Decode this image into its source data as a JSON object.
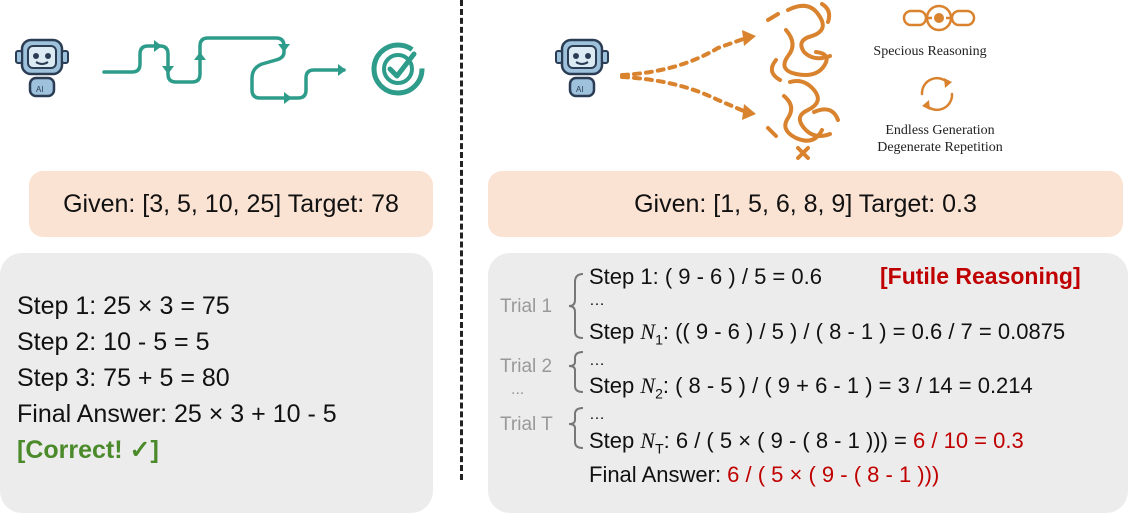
{
  "left": {
    "given": "Given: [3, 5, 10, 25] Target: 78",
    "steps": [
      "Step 1: 25 × 3 = 75",
      "Step 2: 10 - 5 = 5",
      "Step 3: 75 + 5 = 80",
      "Final Answer: 25 × 3 + 10 - 5"
    ],
    "correct": "[Correct! ✓]"
  },
  "right": {
    "captions": {
      "specious": "Specious Reasoning",
      "endless": "Endless Generation",
      "degenerate": "Degenerate Repetition"
    },
    "given": "Given:  [1, 5, 6, 8, 9] Target: 0.3",
    "trials": {
      "t1": "Trial 1",
      "t2": "Trial 2",
      "dots": "...",
      "tT": "Trial T"
    },
    "futile_label": "[Futile Reasoning]",
    "ellipsis": "…",
    "step1": "Step 1: ( 9 - 6 ) / 5 = 0.6",
    "stepN1": {
      "prefix": "Step ",
      "var": "N",
      "sub": "1",
      "text": ": (( 9 - 6 ) / 5 ) / ( 8 - 1 ) = 0.6 / 7 = 0.0875"
    },
    "stepN2": {
      "prefix": "Step ",
      "var": "N",
      "sub": "2",
      "text": ": ( 8 - 5 ) / ( 9 + 6 - 1 ) = 3 / 14 = 0.214"
    },
    "stepNT": {
      "prefix": "Step ",
      "var": "N",
      "sub": "T",
      "text": ": 6 / ( 5 × ( 9 - ( 8 - 1 ))) = ",
      "red": "6 / 10 = 0.3"
    },
    "final": {
      "label": "Final Answer:  ",
      "red": "6 / ( 5 × ( 9 - ( 8 - 1 )))"
    }
  },
  "colors": {
    "teal": "#2e9c8a",
    "orange": "#d9832f",
    "red": "#c00000",
    "green": "#4a8a2a",
    "peach": "#fbe3d4",
    "gray": "#ececec"
  }
}
